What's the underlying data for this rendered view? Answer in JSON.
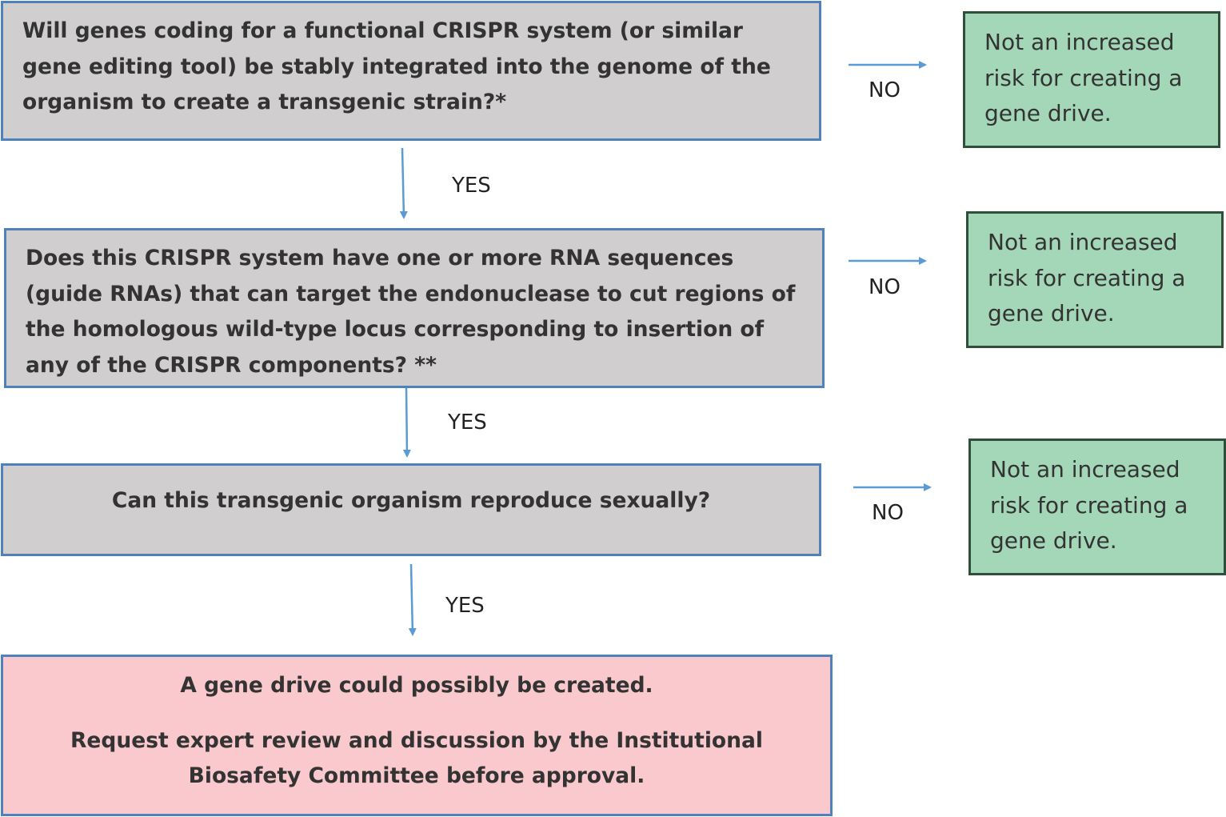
{
  "questions": [
    {
      "text": "Will genes coding for a functional CRISPR system (or similar gene editing tool) be stably integrated into the genome of the organism to create a transgenic strain?*"
    },
    {
      "text": "Does this CRISPR system have one or more RNA sequences (guide RNAs) that can target the endonuclease to cut regions of the homologous wild-type locus corresponding to insertion of any of the CRISPR components? **"
    },
    {
      "text": "Can this transgenic organism reproduce sexually?"
    }
  ],
  "outcomes": [
    {
      "text": "Not an increased risk for creating a gene drive."
    },
    {
      "text": "Not an increased risk for creating a gene drive."
    },
    {
      "text": "Not an increased risk for creating a gene drive."
    }
  ],
  "labels": {
    "yes": [
      "YES",
      "YES",
      "YES"
    ],
    "no": [
      "NO",
      "NO",
      "NO"
    ]
  },
  "final": {
    "line1": "A gene drive could possibly be created.",
    "line2": "Request expert review and discussion by the Institutional Biosafety Committee before approval."
  },
  "colors": {
    "question_fill": "#d0cece",
    "question_border": "#4f81bd",
    "outcome_fill": "#a3d7b8",
    "outcome_border": "#2f4f3a",
    "final_fill": "#f9c9cd",
    "arrow": "#5b9bd5"
  }
}
